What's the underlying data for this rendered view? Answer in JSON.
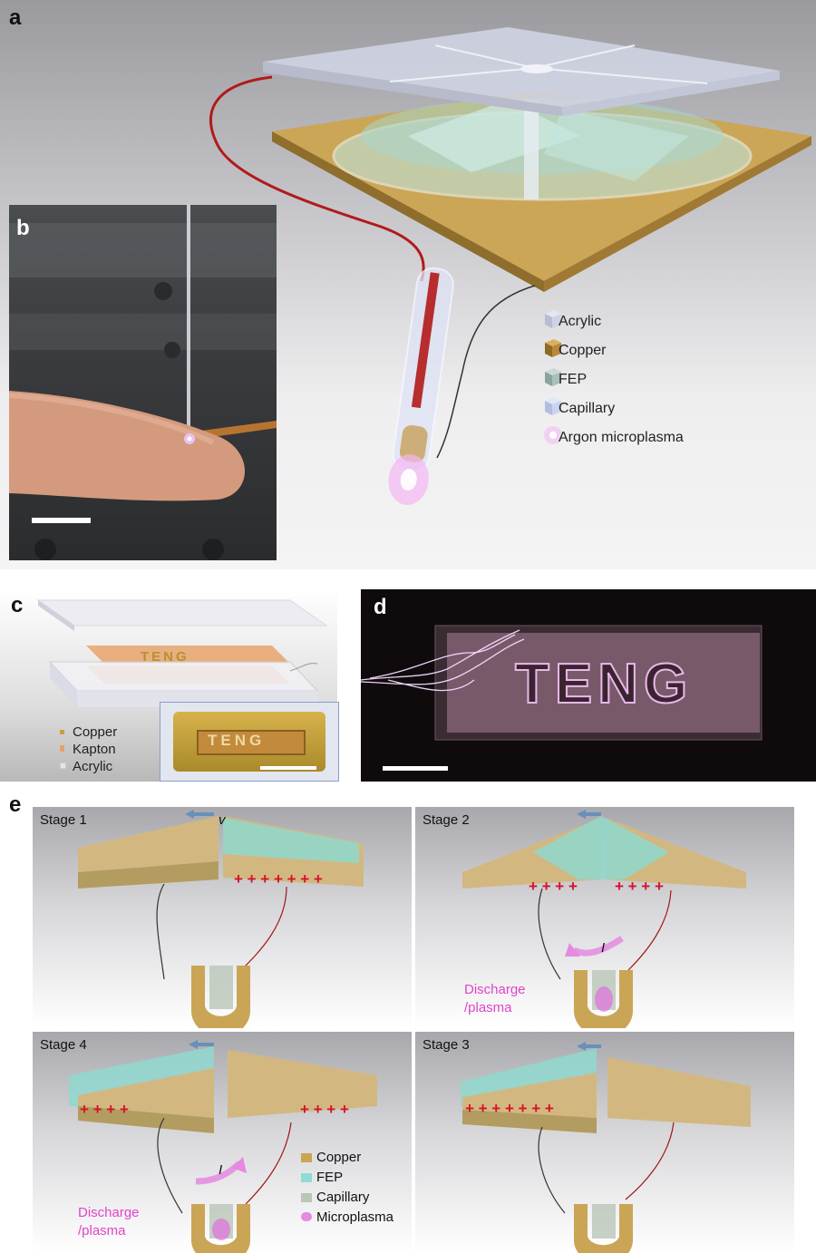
{
  "panels": {
    "a": "a",
    "b": "b",
    "c": "c",
    "d": "d",
    "e": "e"
  },
  "panel_a": {
    "legend": [
      {
        "label": "Acrylic",
        "icon": "acrylic-cube-icon",
        "color": "#c9cde6"
      },
      {
        "label": "Copper",
        "icon": "copper-cube-icon",
        "color": "#b8893a"
      },
      {
        "label": "FEP",
        "icon": "fep-cube-icon",
        "color": "#9fb8b4"
      },
      {
        "label": "Capillary",
        "icon": "capillary-cube-icon",
        "color": "#c8d2ee"
      },
      {
        "label": "Argon microplasma",
        "icon": "microplasma-glow-icon",
        "color": "#f1c9f4"
      }
    ]
  },
  "panel_c": {
    "legend": [
      {
        "label": "Copper",
        "color": "#c9a23a"
      },
      {
        "label": "Kapton",
        "color": "#e6a070"
      },
      {
        "label": "Acrylic",
        "color": "#e4e4ea"
      }
    ],
    "device_text": "TENG"
  },
  "panel_d": {
    "device_text": "TENG"
  },
  "panel_e": {
    "stages": [
      {
        "label": "Stage 1",
        "velocity": "v",
        "charges": "+ + + + + + +"
      },
      {
        "label": "Stage 2",
        "current": "I",
        "discharge": "Discharge\n/plasma",
        "charges_left": "+ + + +",
        "charges_right": "+ + + +"
      },
      {
        "label": "Stage 4",
        "current": "I",
        "discharge": "Discharge\n/plasma",
        "charges_left": "+ + + +",
        "charges_right": "+ + + +"
      },
      {
        "label": "Stage 3",
        "charges": "+ + + + + + +"
      }
    ],
    "legend": [
      {
        "label": "Copper",
        "color": "#c9a555"
      },
      {
        "label": "FEP",
        "color": "#8fdcd4"
      },
      {
        "label": "Capillary",
        "color": "#b9c6b8"
      },
      {
        "label": "Microplasma",
        "color": "#e48ae0"
      }
    ]
  },
  "colors": {
    "copper": "#c8a35c",
    "fep": "#8fd8cf",
    "plasma": "#e35fe0",
    "charge": "#d4142a",
    "wire_red": "#b21a1a"
  }
}
